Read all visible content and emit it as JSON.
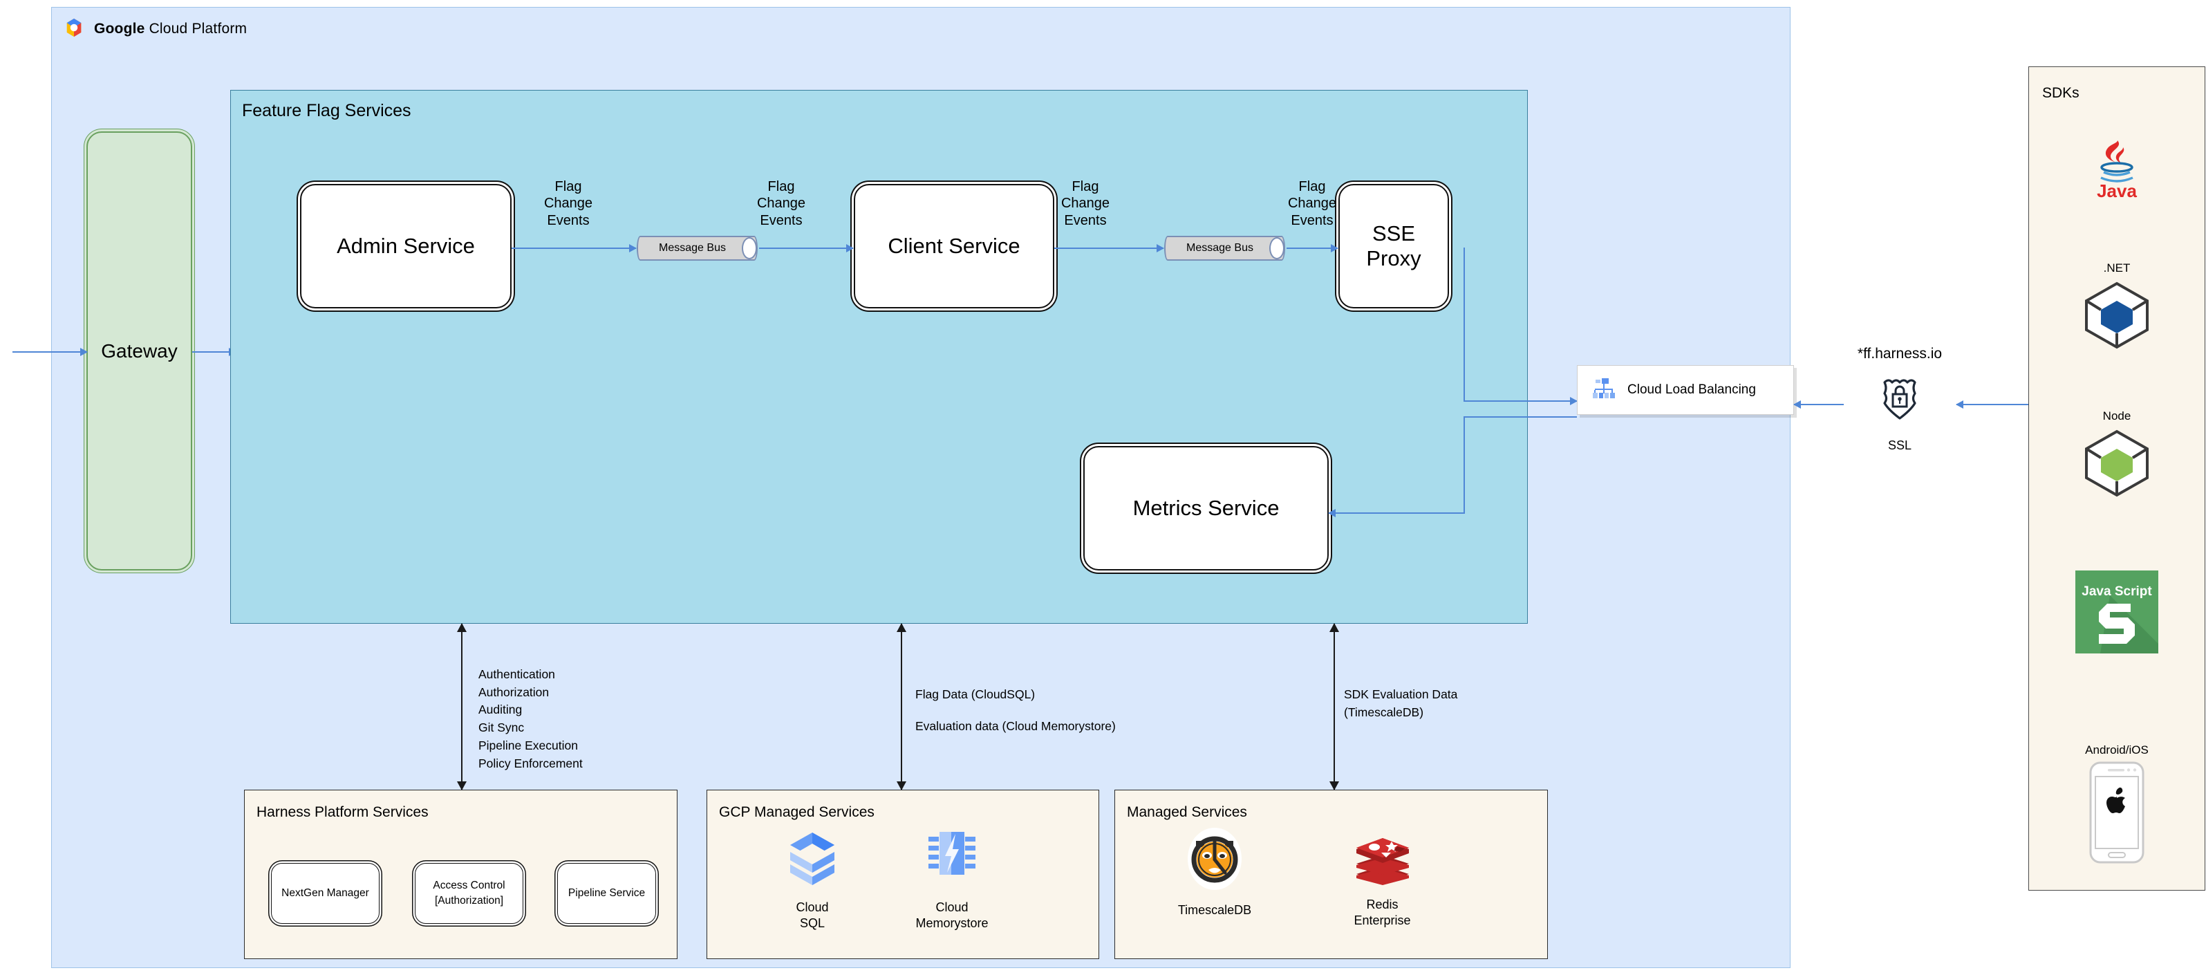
{
  "gcp": {
    "brand_bold": "Google",
    "brand_rest": " Cloud Platform",
    "logo_icon": "google-cloud-hexagon-icon"
  },
  "feature_flag_services": {
    "title": "Feature Flag Services",
    "services": [
      {
        "id": "admin",
        "label": "Admin Service"
      },
      {
        "id": "client",
        "label": "Client Service"
      },
      {
        "id": "sse",
        "label": "SSE\nProxy"
      },
      {
        "id": "metrics",
        "label": "Metrics Service"
      }
    ],
    "message_buses": [
      {
        "id": "bus1",
        "label": "Message Bus"
      },
      {
        "id": "bus2",
        "label": "Message Bus"
      }
    ],
    "flow_labels": [
      "Flag\nChange\nEvents",
      "Flag\nChange\nEvents",
      "Flag\nChange\nEvents",
      "Flag\nChange\nEvents"
    ]
  },
  "gateway": {
    "label": "Gateway"
  },
  "load_balancer": {
    "label": "Cloud Load Balancing",
    "icon": "cloud-load-balancing-icon"
  },
  "ssl": {
    "domain": "*ff.harness.io",
    "caption": "SSL",
    "icon": "shield-lock-icon"
  },
  "annotations": [
    {
      "id": "platform",
      "lines": [
        "Authentication",
        "Authorization",
        "Auditing",
        "Git Sync",
        "Pipeline Execution",
        "Policy Enforcement"
      ]
    },
    {
      "id": "data",
      "lines": [
        "Flag Data (CloudSQL)",
        "",
        "Evaluation data (Cloud Memorystore)"
      ]
    },
    {
      "id": "sdkdata",
      "lines": [
        "SDK Evaluation Data",
        "(TimescaleDB)"
      ]
    }
  ],
  "bottom_panels": [
    {
      "id": "harness-platform-services",
      "title": "Harness Platform Services",
      "boxes": [
        {
          "label": "NextGen Manager"
        },
        {
          "label": "Access Control\n[Authorization]"
        },
        {
          "label": "Pipeline Service"
        }
      ]
    },
    {
      "id": "gcp-managed-services",
      "title": "GCP Managed Services",
      "items": [
        {
          "caption": "Cloud\nSQL",
          "icon": "cloud-sql-icon"
        },
        {
          "caption": "Cloud\nMemorystore",
          "icon": "cloud-memorystore-icon"
        }
      ]
    },
    {
      "id": "managed-services",
      "title": "Managed Services",
      "items": [
        {
          "caption": "TimescaleDB",
          "icon": "timescaledb-tiger-icon"
        },
        {
          "caption": "Redis\nEnterprise",
          "icon": "redis-stack-icon"
        }
      ]
    }
  ],
  "sdks": {
    "title": "SDKs",
    "items": [
      {
        "caption": "Java",
        "caption_position": "below",
        "icon": "java-icon"
      },
      {
        "caption": ".NET",
        "caption_position": "above",
        "icon": "dotnet-cube-icon"
      },
      {
        "caption": "Node",
        "caption_position": "above",
        "icon": "node-cube-icon"
      },
      {
        "caption": "",
        "caption_position": "none",
        "icon": "javascript-icon"
      },
      {
        "caption": "Android/iOS",
        "caption_position": "above",
        "icon": "mobile-apple-icon"
      }
    ]
  },
  "colors": {
    "gcp_panel": "#dae8fc",
    "ffs_panel": "#a9dcec",
    "gateway": "#d5e8d4",
    "panel_cream": "#faf5eb",
    "arrow_blue": "#4f86d6",
    "arrow_black": "#1a1a1a"
  }
}
